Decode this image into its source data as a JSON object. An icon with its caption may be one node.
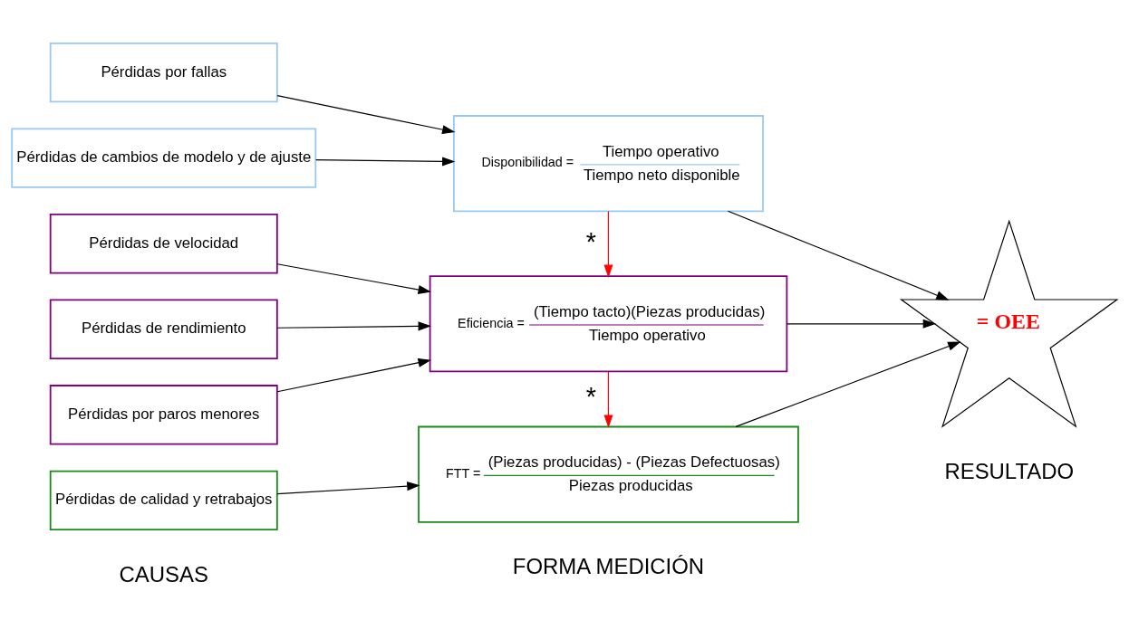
{
  "diagram": {
    "nodes": [
      {
        "text": [
          "Pérdidas por fallas"
        ]
      },
      {
        "text": [
          "Pérdidas de cambios de modelo y de ajuste"
        ]
      },
      {
        "text": [
          "Pérdidas por paros menores"
        ]
      },
      {
        "text": [
          "Pérdidas de velocidad"
        ]
      },
      {
        "text": [
          "Pérdidas de rendimiento"
        ]
      },
      {
        "text": [
          "Pérdidas de calidad y retrabajos"
        ]
      },
      {
        "text": [
          "Disponibilidad =",
          "Tiempo operativo",
          "Tiempo neto disponible"
        ]
      },
      {
        "text": [
          "Eficiencia =",
          "(Tiempo tacto)(Piezas producidas)",
          "Tiempo operativo"
        ]
      },
      {
        "text": [
          "FTT =",
          "(Piezas producidas) - (Piezas Defectuosas)",
          "Piezas producidas"
        ]
      },
      {
        "text": [
          "= OEE"
        ]
      }
    ],
    "edges": [
      {
        "from": 0,
        "to": 6,
        "arrow": "to"
      },
      {
        "from": 1,
        "to": 6,
        "arrow": "to"
      },
      {
        "from": 2,
        "to": 7,
        "arrow": "to"
      },
      {
        "from": 3,
        "to": 7,
        "arrow": "to"
      },
      {
        "from": 4,
        "to": 7,
        "arrow": "to"
      },
      {
        "from": 5,
        "to": 8,
        "arrow": "to"
      },
      {
        "from": 6,
        "to": 9,
        "arrow": "to"
      },
      {
        "from": 7,
        "to": 9,
        "arrow": "to"
      },
      {
        "from": 8,
        "to": 9,
        "arrow": "to"
      },
      {
        "from": 6,
        "to": 7,
        "arrow": "to",
        "label": "*",
        "color": "#ff0000"
      },
      {
        "from": 7,
        "to": 8,
        "arrow": "to",
        "label": "*",
        "color": "#ff0000"
      }
    ],
    "labels": [
      "CAUSAS",
      "FORMA MEDICIÓN",
      "RESULTADO"
    ]
  }
}
